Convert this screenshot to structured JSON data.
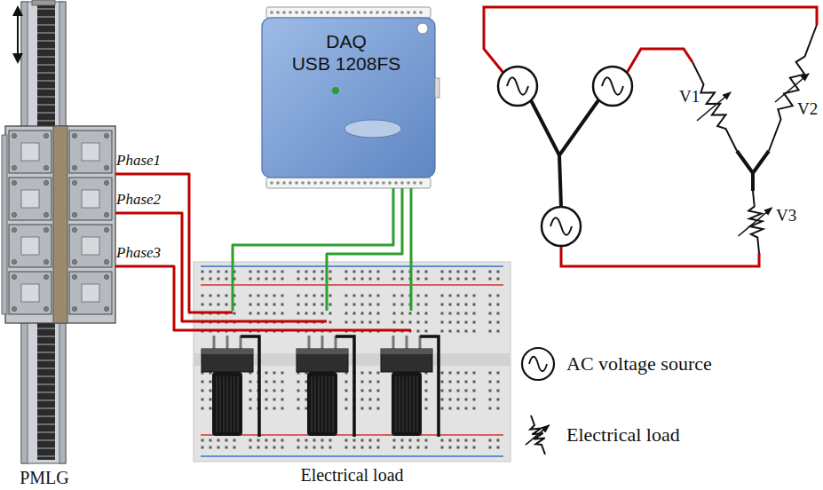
{
  "diagram": {
    "nodes": [
      {
        "text": [
          "PMLG"
        ]
      },
      {
        "text": [
          "DAQ USB 1208FS"
        ]
      },
      {
        "text": [
          "Electrical load"
        ]
      }
    ],
    "edges": [
      {
        "from": 0,
        "to": 2,
        "arrow": "none",
        "label": "Phase1"
      },
      {
        "from": 0,
        "to": 2,
        "arrow": "none",
        "label": "Phase2"
      },
      {
        "from": 0,
        "to": 2,
        "arrow": "none",
        "label": "Phase3"
      },
      {
        "from": 2,
        "to": 1,
        "arrow": "none"
      },
      {
        "from": 2,
        "to": 1,
        "arrow": "none"
      },
      {
        "from": 2,
        "to": 1,
        "arrow": "none"
      }
    ],
    "labels": [
      "V1",
      "V2",
      "V3"
    ],
    "legend": [
      {
        "text": "AC voltage source"
      },
      {
        "text": "Electrical load"
      }
    ]
  }
}
